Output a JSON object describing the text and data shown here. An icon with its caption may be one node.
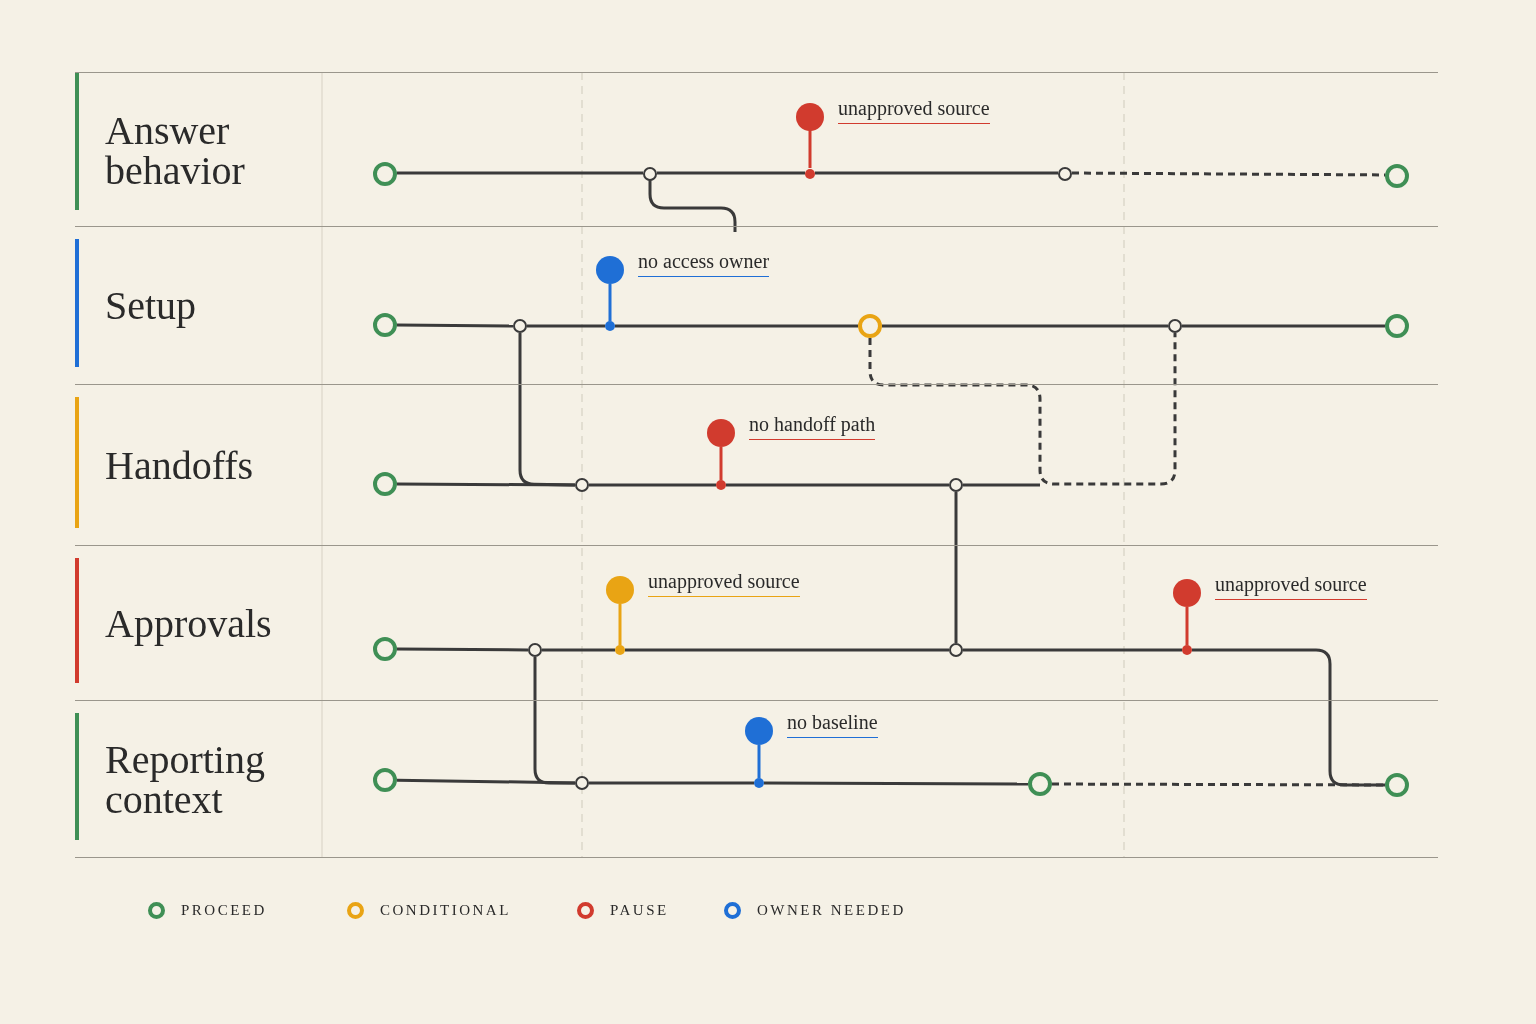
{
  "diagram": {
    "nodes": [
      {
        "text": [
          "Answer behavior"
        ]
      },
      {
        "text": [],
        "shape": "circle",
        "in": 0
      },
      {
        "text": [],
        "shape": "circle",
        "in": 0
      },
      {
        "text": [
          "unapproved source"
        ],
        "in": 0
      },
      {
        "text": [],
        "shape": "circle",
        "in": 0
      },
      {
        "text": [],
        "shape": "circle",
        "in": 0
      },
      {
        "text": [],
        "shape": "circle",
        "in": 0
      },
      {
        "text": [
          "Setup"
        ]
      },
      {
        "text": [
          "no access owner"
        ],
        "in": 7
      },
      {
        "text": [],
        "shape": "circle",
        "in": 7
      },
      {
        "text": [],
        "shape": "circle",
        "in": 7
      },
      {
        "text": [],
        "shape": "circle",
        "in": 7
      },
      {
        "text": [],
        "shape": "circle",
        "in": 7
      },
      {
        "text": [],
        "shape": "circle",
        "in": 7
      },
      {
        "text": [],
        "shape": "circle",
        "in": 7
      },
      {
        "text": [
          "Handoffs"
        ]
      },
      {
        "text": [
          "no handoff path"
        ],
        "in": 15
      },
      {
        "text": [],
        "shape": "circle",
        "in": 15
      },
      {
        "text": [],
        "shape": "circle",
        "in": 15
      },
      {
        "text": [],
        "shape": "circle",
        "in": 15
      },
      {
        "text": [],
        "shape": "circle",
        "in": 15
      },
      {
        "text": [
          "Approvals"
        ]
      },
      {
        "text": [
          "unapproved source"
        ],
        "in": 21
      },
      {
        "text": [
          "unapproved source"
        ],
        "in": 21
      },
      {
        "text": [],
        "shape": "circle",
        "in": 21
      },
      {
        "text": [],
        "shape": "circle",
        "in": 21
      },
      {
        "text": [],
        "shape": "circle",
        "in": 21
      },
      {
        "text": [],
        "shape": "circle",
        "in": 21
      },
      {
        "text": [],
        "shape": "circle",
        "in": 21
      },
      {
        "text": [
          "Reporting context"
        ]
      },
      {
        "text": [
          "no baseline"
        ],
        "in": 29
      },
      {
        "text": [],
        "shape": "circle",
        "in": 29
      },
      {
        "text": [],
        "shape": "circle",
        "in": 29
      },
      {
        "text": [],
        "shape": "circle",
        "in": 29
      },
      {
        "text": [],
        "shape": "circle",
        "in": 29
      },
      {
        "text": [],
        "shape": "circle",
        "in": 29
      }
    ],
    "edges": [
      {
        "from": 1,
        "to": 2,
        "arrow": "none"
      },
      {
        "from": 2,
        "to": 4,
        "arrow": "none"
      },
      {
        "from": 4,
        "to": 5,
        "arrow": "none"
      },
      {
        "from": 5,
        "to": 6,
        "arrow": "none",
        "style": "dashed"
      },
      {
        "from": 2,
        "to": null,
        "arrow": "none"
      },
      {
        "from": 3,
        "to": 4,
        "arrow": "none",
        "color": "#d13b2e"
      },
      {
        "from": 9,
        "to": 10,
        "arrow": "none"
      },
      {
        "from": 10,
        "to": 11,
        "arrow": "none"
      },
      {
        "from": 11,
        "to": 12,
        "arrow": "none"
      },
      {
        "from": 12,
        "to": 13,
        "arrow": "none"
      },
      {
        "from": 13,
        "to": 14,
        "arrow": "none"
      },
      {
        "from": 8,
        "to": 11,
        "arrow": "none",
        "color": "#1f6fd6"
      },
      {
        "from": 10,
        "to": 18,
        "arrow": "none"
      },
      {
        "from": 12,
        "to": 13,
        "arrow": "none",
        "style": "dashed"
      },
      {
        "from": 17,
        "to": 18,
        "arrow": "none"
      },
      {
        "from": 18,
        "to": 19,
        "arrow": "none"
      },
      {
        "from": 19,
        "to": 20,
        "arrow": "none"
      },
      {
        "from": 16,
        "to": 19,
        "arrow": "none",
        "color": "#d13b2e"
      },
      {
        "from": 20,
        "to": null,
        "arrow": "none"
      },
      {
        "from": 20,
        "to": 27,
        "arrow": "none"
      },
      {
        "from": 24,
        "to": 25,
        "arrow": "none"
      },
      {
        "from": 25,
        "to": 26,
        "arrow": "none"
      },
      {
        "from": 26,
        "to": 27,
        "arrow": "none"
      },
      {
        "from": 27,
        "to": 28,
        "arrow": "none"
      },
      {
        "from": 22,
        "to": 26,
        "arrow": "none",
        "color": "#e9a414"
      },
      {
        "from": 23,
        "to": 28,
        "arrow": "none",
        "color": "#d13b2e"
      },
      {
        "from": 28,
        "to": 35,
        "arrow": "none"
      },
      {
        "from": 25,
        "to": 32,
        "arrow": "none"
      },
      {
        "from": 31,
        "to": 32,
        "arrow": "none"
      },
      {
        "from": 32,
        "to": 33,
        "arrow": "none"
      },
      {
        "from": 33,
        "to": 34,
        "arrow": "none"
      },
      {
        "from": 34,
        "to": 35,
        "arrow": "none",
        "style": "dashed"
      },
      {
        "from": 30,
        "to": 33,
        "arrow": "none",
        "color": "#1f6fd6"
      }
    ],
    "legend": [
      {
        "text": "PROCEED",
        "color": "#3f8f55"
      },
      {
        "text": "CONDITIONAL",
        "color": "#e9a414"
      },
      {
        "text": "PAUSE",
        "color": "#d13b2e"
      },
      {
        "text": "OWNER NEEDED",
        "color": "#1f6fd6"
      }
    ]
  }
}
